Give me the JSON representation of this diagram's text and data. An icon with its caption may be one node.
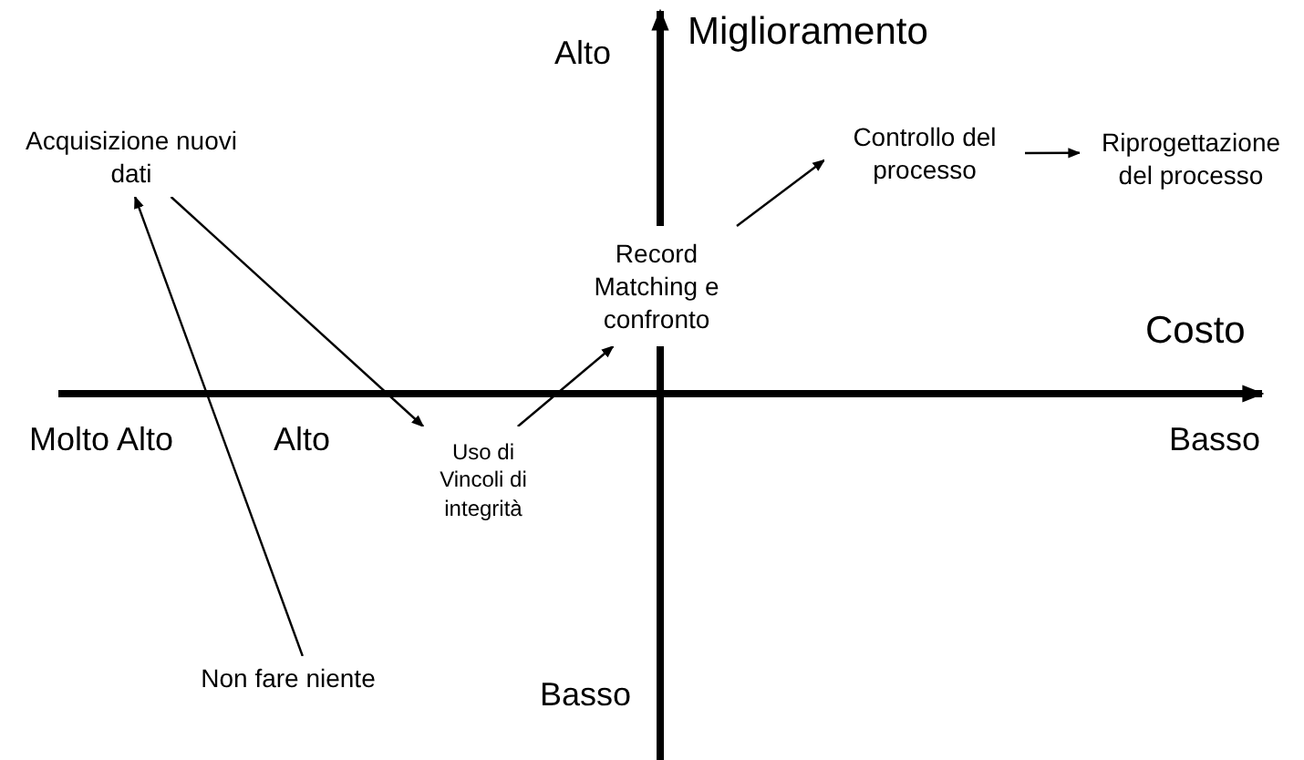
{
  "diagram": {
    "nodes": [
      {
        "text": [
          "Acquisizione nuovi dati"
        ]
      },
      {
        "text": [
          "Non fare niente"
        ]
      },
      {
        "text": [
          "Uso di Vincoli di integrità"
        ]
      },
      {
        "text": [
          "Record Matching e confronto"
        ]
      },
      {
        "text": [
          "Controllo del processo"
        ]
      },
      {
        "text": [
          "Riprogettazione del processo"
        ]
      }
    ],
    "edges": [
      {
        "from": 1,
        "to": 0,
        "arrow": "to"
      },
      {
        "from": 0,
        "to": 2,
        "arrow": "to"
      },
      {
        "from": 2,
        "to": 3,
        "arrow": "to"
      },
      {
        "from": 3,
        "to": 4,
        "arrow": "to"
      },
      {
        "from": 4,
        "to": 5,
        "arrow": "to"
      }
    ],
    "labels": [
      "Alto",
      "Miglioramento",
      "Costo",
      "Molto Alto",
      "Alto",
      "Basso",
      "Basso"
    ]
  }
}
